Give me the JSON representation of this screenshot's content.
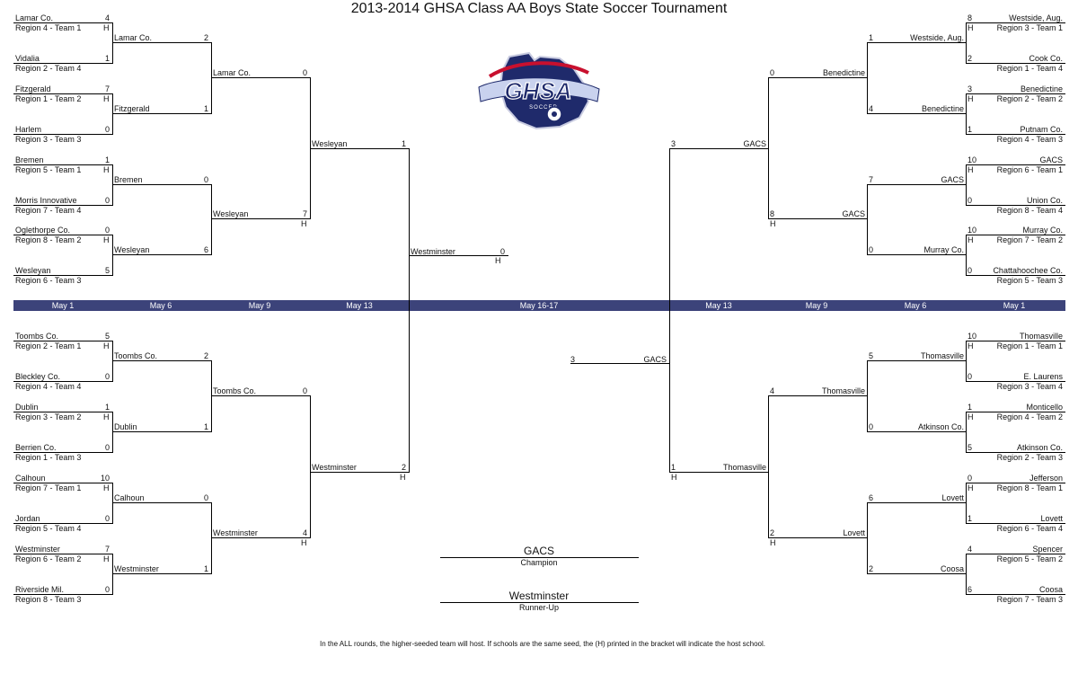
{
  "title": "2013-2014 GHSA Class AA Boys State Soccer Tournament",
  "logo": {
    "text": "GHSA",
    "subtext": "SOCCER"
  },
  "rounds": {
    "left": [
      "May 1",
      "May 6",
      "May 9",
      "May 13"
    ],
    "center": "May 16-17",
    "right": [
      "May 13",
      "May 9",
      "May 6",
      "May 1"
    ]
  },
  "host_mark": "H",
  "bracket": {
    "left_top": {
      "r1": [
        {
          "team": "Lamar Co.",
          "seed": "Region 4 - Team 1",
          "score": "4",
          "host": true
        },
        {
          "team": "Vidalia",
          "seed": "Region 2 - Team 4",
          "score": "1"
        },
        {
          "team": "Fitzgerald",
          "seed": "Region 1 - Team 2",
          "score": "7",
          "host": true
        },
        {
          "team": "Harlem",
          "seed": "Region 3 - Team 3",
          "score": "0"
        },
        {
          "team": "Bremen",
          "seed": "Region 5 - Team 1",
          "score": "1",
          "host": true
        },
        {
          "team": "Morris Innovative",
          "seed": "Region 7 - Team 4",
          "score": "0"
        },
        {
          "team": "Oglethorpe Co.",
          "seed": "Region 8 - Team 2",
          "score": "0",
          "host": true
        },
        {
          "team": "Wesleyan",
          "seed": "Region 6 - Team 3",
          "score": "5"
        }
      ],
      "r2": [
        {
          "team": "Lamar Co.",
          "score": "2"
        },
        {
          "team": "Fitzgerald",
          "score": "1"
        },
        {
          "team": "Bremen",
          "score": "0"
        },
        {
          "team": "Wesleyan",
          "score": "6"
        }
      ],
      "r3": [
        {
          "team": "Lamar Co.",
          "score": "0"
        },
        {
          "team": "Wesleyan",
          "score": "7",
          "host": true
        }
      ],
      "r4": {
        "team": "Wesleyan",
        "score": "1"
      }
    },
    "left_bottom": {
      "r1": [
        {
          "team": "Toombs Co.",
          "seed": "Region 2 - Team 1",
          "score": "5",
          "host": true
        },
        {
          "team": "Bleckley Co.",
          "seed": "Region 4 - Team 4",
          "score": "0"
        },
        {
          "team": "Dublin",
          "seed": "Region 3 - Team 2",
          "score": "1",
          "host": true
        },
        {
          "team": "Berrien Co.",
          "seed": "Region 1 - Team 3",
          "score": "0"
        },
        {
          "team": "Calhoun",
          "seed": "Region 7 - Team 1",
          "score": "10",
          "host": true
        },
        {
          "team": "Jordan",
          "seed": "Region 5 - Team 4",
          "score": "0"
        },
        {
          "team": "Westminster",
          "seed": "Region 6 - Team 2",
          "score": "7",
          "host": true
        },
        {
          "team": "Riverside Mil.",
          "seed": "Region 8 - Team 3",
          "score": "0"
        }
      ],
      "r2": [
        {
          "team": "Toombs Co.",
          "score": "2"
        },
        {
          "team": "Dublin",
          "score": "1"
        },
        {
          "team": "Calhoun",
          "score": "0"
        },
        {
          "team": "Westminster",
          "score": "1"
        }
      ],
      "r3": [
        {
          "team": "Toombs Co.",
          "score": "0"
        },
        {
          "team": "Westminster",
          "score": "4",
          "host": true
        }
      ],
      "r4": {
        "team": "Westminster",
        "score": "2",
        "host": true
      }
    },
    "right_top": {
      "r1": [
        {
          "team": "Westside, Aug.",
          "seed": "Region 3 - Team 1",
          "score": "8",
          "host": true
        },
        {
          "team": "Cook Co.",
          "seed": "Region 1 - Team 4",
          "score": "2"
        },
        {
          "team": "Benedictine",
          "seed": "Region 2 - Team 2",
          "score": "3",
          "host": true
        },
        {
          "team": "Putnam Co.",
          "seed": "Region 4 - Team 3",
          "score": "1"
        },
        {
          "team": "GACS",
          "seed": "Region 6 - Team 1",
          "score": "10",
          "host": true
        },
        {
          "team": "Union Co.",
          "seed": "Region 8 - Team 4",
          "score": "0"
        },
        {
          "team": "Murray Co.",
          "seed": "Region 7 - Team 2",
          "score": "10",
          "host": true
        },
        {
          "team": "Chattahoochee Co.",
          "seed": "Region 5 - Team 3",
          "score": "0"
        }
      ],
      "r2": [
        {
          "team": "Westside, Aug.",
          "score": "1"
        },
        {
          "team": "Benedictine",
          "score": "4"
        },
        {
          "team": "GACS",
          "score": "7"
        },
        {
          "team": "Murray Co.",
          "score": "0"
        }
      ],
      "r3": [
        {
          "team": "Benedictine",
          "score": "0"
        },
        {
          "team": "GACS",
          "score": "8",
          "host": true
        }
      ],
      "r4": {
        "team": "GACS",
        "score": "3"
      }
    },
    "right_bottom": {
      "r1": [
        {
          "team": "Thomasville",
          "seed": "Region 1 - Team 1",
          "score": "10",
          "host": true
        },
        {
          "team": "E. Laurens",
          "seed": "Region 3 - Team 4",
          "score": "0"
        },
        {
          "team": "Monticello",
          "seed": "Region 4 - Team 2",
          "score": "1",
          "host": true
        },
        {
          "team": "Atkinson Co.",
          "seed": "Region 2 - Team 3",
          "score": "5"
        },
        {
          "team": "Jefferson",
          "seed": "Region 8 - Team 1",
          "score": "0",
          "host": true
        },
        {
          "team": "Lovett",
          "seed": "Region 6 - Team 4",
          "score": "1"
        },
        {
          "team": "Spencer",
          "seed": "Region 5 - Team 2",
          "score": "4"
        },
        {
          "team": "Coosa",
          "seed": "Region 7 - Team 3",
          "score": "6"
        }
      ],
      "r2": [
        {
          "team": "Thomasville",
          "score": "5"
        },
        {
          "team": "Atkinson Co.",
          "score": "0"
        },
        {
          "team": "Lovett",
          "score": "6"
        },
        {
          "team": "Coosa",
          "score": "2"
        }
      ],
      "r3": [
        {
          "team": "Thomasville",
          "score": "4"
        },
        {
          "team": "Lovett",
          "score": "2",
          "host": true
        }
      ],
      "r4": {
        "team": "Thomasville",
        "score": "1",
        "host": true
      }
    },
    "final_left": {
      "team": "Westminster",
      "score": "0",
      "host": true
    },
    "final_right": {
      "team": "GACS",
      "score": "3"
    }
  },
  "champion": {
    "team": "GACS",
    "caption": "Champion"
  },
  "runner_up": {
    "team": "Westminster",
    "caption": "Runner-Up"
  },
  "footnote": "In the ALL rounds, the higher-seeded team will host.  If schools are the same seed, the (H) printed in the bracket will indicate the host school."
}
